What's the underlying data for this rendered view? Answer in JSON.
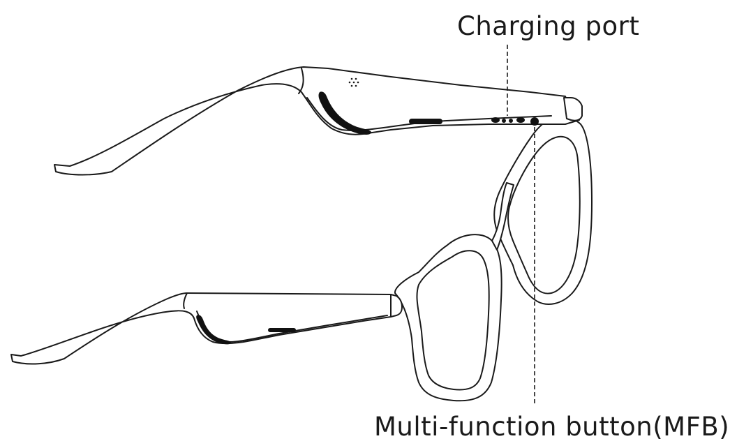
{
  "labels": {
    "charging_port": "Charging port",
    "mfb": "Multi-function button(MFB)"
  },
  "icons": [
    "glasses-side-view-illustration"
  ],
  "colors": {
    "line": "#1a1a1a",
    "background": "#ffffff"
  }
}
